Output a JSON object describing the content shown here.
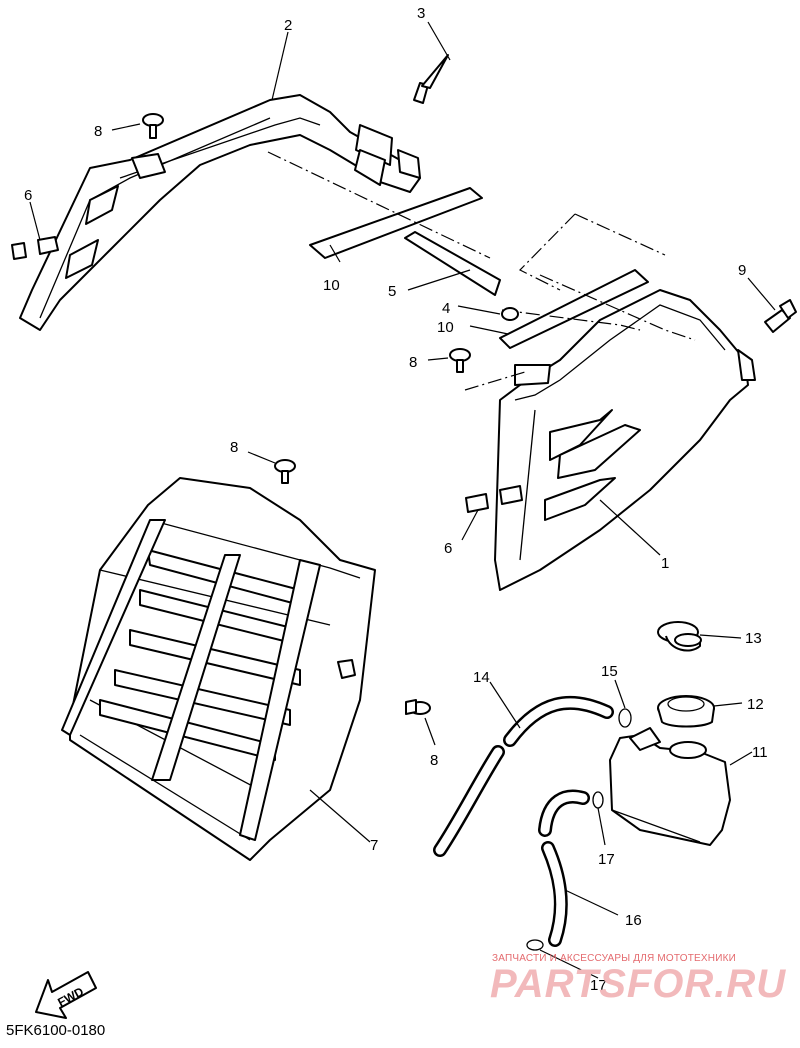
{
  "diagram_code": "5FK6100-0180",
  "fwd_label": "FWD",
  "watermark": {
    "tagline": "ЗАПЧАСТИ И АКСЕССУАРЫ ДЛЯ МОТОТЕХНИКИ",
    "brand": "PARTSFOR.RU"
  },
  "callouts": {
    "c1": "1",
    "c2": "2",
    "c3": "3",
    "c4": "4",
    "c5": "5",
    "c6a": "6",
    "c6b": "6",
    "c7": "7",
    "c8a": "8",
    "c8b": "8",
    "c8c": "8",
    "c8d": "8",
    "c9": "9",
    "c10a": "10",
    "c10b": "10",
    "c11": "11",
    "c12": "12",
    "c13": "13",
    "c14": "14",
    "c15": "15",
    "c16": "16",
    "c17a": "17",
    "c17b": "17"
  }
}
